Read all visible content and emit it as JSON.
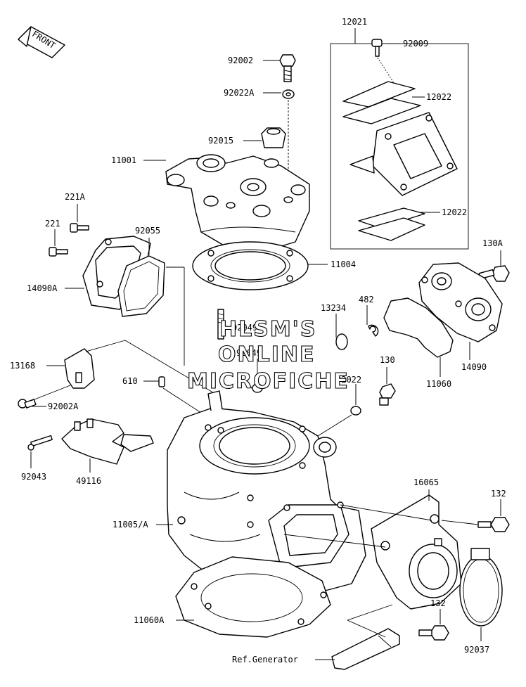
{
  "diagram": {
    "front_arrow": "FRONT",
    "watermark": [
      "HLSM'S",
      "ONLINE",
      "MICROFICHE"
    ],
    "labels": {
      "p12021": "12021",
      "p92009": "92009",
      "p92002": "92002",
      "p92022A": "92022A",
      "p12022_top": "12022",
      "p92015": "92015",
      "p11001": "11001",
      "p12022_bot": "12022",
      "p221A": "221A",
      "p221": "221",
      "p92055": "92055",
      "p130A": "130A",
      "p11004": "11004",
      "p14090A": "14090A",
      "p13234": "13234",
      "p482": "482",
      "p92049_a": "92049",
      "p92049_b": "92049",
      "p13168": "13168",
      "p14090": "14090",
      "p130": "130",
      "p92002A": "92002A",
      "p610": "610",
      "p92022": "92022",
      "p11060": "11060",
      "p92043": "92043",
      "p49116": "49116",
      "p16065": "16065",
      "p132_top": "132",
      "p11005A": "11005/A",
      "p132_bot": "132",
      "p11060A": "11060A",
      "p92037": "92037",
      "ref_generator": "Ref.Generator"
    }
  }
}
